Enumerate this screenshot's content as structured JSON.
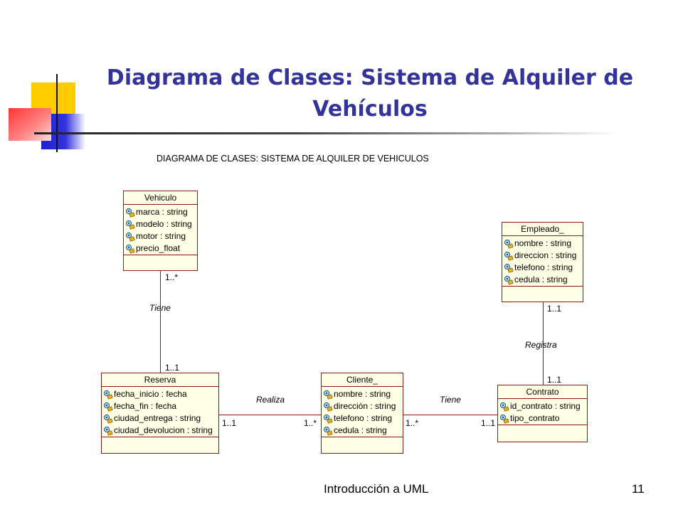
{
  "slide": {
    "title_line1": "Diagrama de Clases: Sistema de Alquiler de",
    "title_line2": "Vehículos",
    "footer": "Introducción a UML",
    "page_number": "11"
  },
  "diagram": {
    "caption": "DIAGRAMA DE CLASES: SISTEMA DE ALQUILER DE VEHICULOS",
    "classes": {
      "vehiculo": {
        "name": "Vehiculo",
        "attributes": [
          "marca : string",
          "modelo : string",
          "motor : string",
          "precio_float"
        ]
      },
      "empleado": {
        "name": "Empleado_",
        "attributes": [
          "nombre : string",
          "direccion : string",
          "telefono : string",
          "cedula : string"
        ]
      },
      "reserva": {
        "name": "Reserva",
        "attributes": [
          "fecha_inicio : fecha",
          "fecha_fin : fecha",
          "ciudad_entrega : string",
          "ciudad_devolucion : string"
        ]
      },
      "cliente": {
        "name": "Cliente_",
        "attributes": [
          "nombre : string",
          "dirección : string",
          "telefono : string",
          "cedula : string"
        ]
      },
      "contrato": {
        "name": "Contrato",
        "attributes": [
          "id_contrato : string",
          "tipo_contrato"
        ]
      }
    },
    "associations": {
      "vehiculo_reserva": {
        "label": "Tiene",
        "mult_vehiculo": "1..*",
        "mult_reserva": "1..1"
      },
      "reserva_cliente": {
        "label": "Realiza",
        "mult_reserva": "1..1",
        "mult_cliente": "1..*"
      },
      "cliente_contrato": {
        "label": "Tiene",
        "mult_cliente": "1..*",
        "mult_contrato": "1..1"
      },
      "empleado_contrato": {
        "label": "Registra",
        "mult_empleado": "1..1",
        "mult_contrato": "1..1"
      }
    },
    "colors": {
      "title": "#333399",
      "class_border": "#8b1a1a",
      "class_fill": "#ffffe6"
    },
    "icons": {
      "attribute": "attribute-key-icon"
    }
  }
}
